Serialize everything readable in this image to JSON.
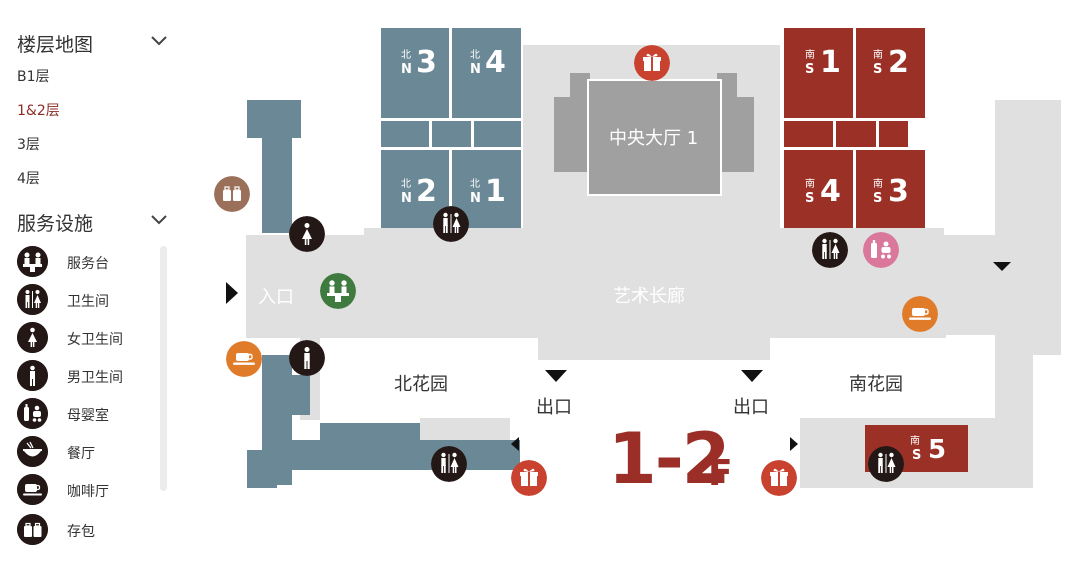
{
  "sidebar": {
    "floor_section_title": "楼层地图",
    "floors": [
      "B1层",
      "1&2层",
      "3层",
      "4层"
    ],
    "active_floor": "1&2层",
    "facility_section_title": "服务设施",
    "facilities": [
      {
        "label": "服务台",
        "icon": "service-desk-icon"
      },
      {
        "label": "卫生间",
        "icon": "restroom-icon"
      },
      {
        "label": "女卫生间",
        "icon": "female-restroom-icon"
      },
      {
        "label": "男卫生间",
        "icon": "male-restroom-icon"
      },
      {
        "label": "母婴室",
        "icon": "nursing-room-icon"
      },
      {
        "label": "餐厅",
        "icon": "restaurant-icon"
      },
      {
        "label": "咖啡厅",
        "icon": "cafe-icon"
      },
      {
        "label": "存包",
        "icon": "luggage-storage-icon"
      }
    ]
  },
  "map": {
    "central_hall": "中央大厅 1",
    "art_gallery": "艺术长廊",
    "entrance": "入口",
    "north_garden": "北花园",
    "south_garden": "南花园",
    "exit_west": "出口",
    "exit_east": "出口",
    "floor_label_number": "1-2",
    "floor_label_suffix": "F",
    "north_shops": [
      {
        "cn": "北",
        "en": "N",
        "num": "3"
      },
      {
        "cn": "北",
        "en": "N",
        "num": "4"
      },
      {
        "cn": "北",
        "en": "N",
        "num": "2"
      },
      {
        "cn": "北",
        "en": "N",
        "num": "1"
      }
    ],
    "south_shops": [
      {
        "cn": "南",
        "en": "S",
        "num": "1"
      },
      {
        "cn": "南",
        "en": "S",
        "num": "2"
      },
      {
        "cn": "南",
        "en": "S",
        "num": "4"
      },
      {
        "cn": "南",
        "en": "S",
        "num": "3"
      },
      {
        "cn": "南",
        "en": "S",
        "num": "5"
      }
    ]
  },
  "colors": {
    "accent_red": "#8b2e26",
    "south_shop": "#9b3026",
    "north_shop": "#6b8896",
    "hall_grey": "#a0a0a0",
    "corridor_grey": "#e0e0e0",
    "dark_icon": "#231815",
    "service_green": "#3f7a3f",
    "cafe_orange": "#e07b2a",
    "gift_red": "#c9412f",
    "nursing_pink": "#d9789a",
    "luggage_brown": "#9a705a"
  }
}
